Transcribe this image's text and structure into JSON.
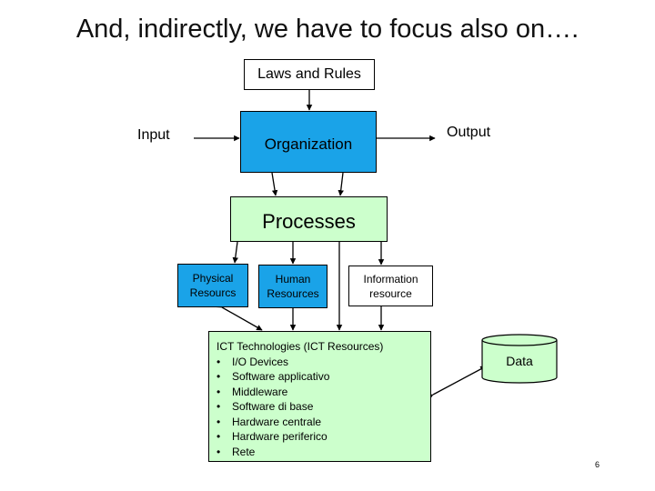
{
  "slide": {
    "title": "And, indirectly, we have to focus also on….",
    "page_number": "6"
  },
  "diagram": {
    "laws": "Laws and Rules",
    "input": "Input",
    "output": "Output",
    "organization": "Organization",
    "processes": "Processes",
    "physical": "Physical Resourcs",
    "human": "Human Resources",
    "information": "Information resource",
    "data": "Data",
    "ict": {
      "heading": "ICT Technologies (ICT Resources)",
      "items": [
        "I/O Devices",
        "Software applicativo",
        "Middleware",
        "Software di base",
        "Hardware centrale",
        "Hardware periferico",
        "Rete"
      ]
    }
  },
  "colors": {
    "blue_box": "#1aa3e8",
    "green_box": "#ccffcc"
  }
}
